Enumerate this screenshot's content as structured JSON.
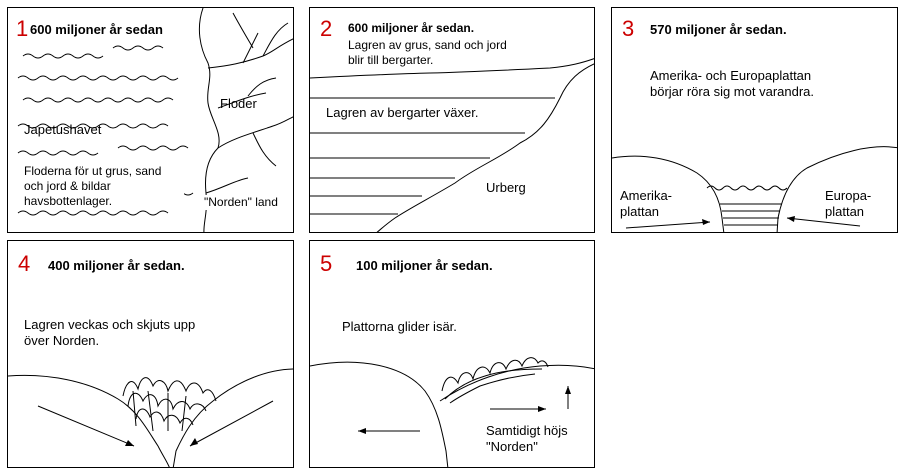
{
  "panels": [
    {
      "number": "1",
      "title": "600 miljoner år sedan",
      "labels": {
        "rivers": "Floder",
        "ocean": "Japetushavet",
        "description": "Floderna för ut grus, sand och jord & bildar havsbottenlager.",
        "land": "\"Norden\" land"
      }
    },
    {
      "number": "2",
      "title": "600 miljoner år sedan.",
      "labels": {
        "subtitle": "Lagren av grus, sand och jord blir till bergarter.",
        "layers": "Lagren av bergarter växer.",
        "bedrock": "Urberg"
      }
    },
    {
      "number": "3",
      "title": "570 miljoner år sedan.",
      "labels": {
        "description": "Amerika- och Europaplattan börjar röra sig mot varandra.",
        "america_plate": "Amerika-plattan",
        "europe_plate": "Europa-plattan"
      }
    },
    {
      "number": "4",
      "title": "400 miljoner år sedan.",
      "labels": {
        "description": "Lagren veckas och skjuts upp över Norden."
      }
    },
    {
      "number": "5",
      "title": "100 miljoner år sedan.",
      "labels": {
        "description": "Plattorna glider isär.",
        "uplift": "Samtidigt höjs \"Norden\""
      }
    }
  ]
}
